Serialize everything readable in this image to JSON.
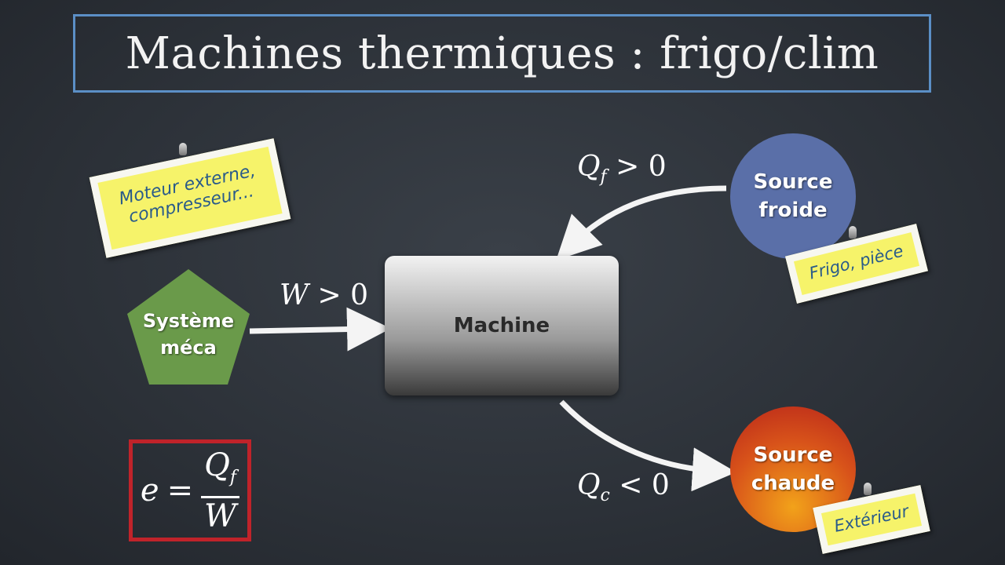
{
  "title": "Machines thermiques : frigo/clim",
  "notes": {
    "motor": "Moteur externe, compresseur...",
    "cold": "Frigo, pièce",
    "hot": "Extérieur"
  },
  "nodes": {
    "mech": [
      "Système",
      "méca"
    ],
    "machine": "Machine",
    "cold": [
      "Source",
      "froide"
    ],
    "hot": [
      "Source",
      "chaude"
    ]
  },
  "flows": {
    "qf": {
      "symbol": "Q",
      "sub": "f",
      "rel": "> 0"
    },
    "w": {
      "symbol": "W",
      "rel": "> 0"
    },
    "qc": {
      "symbol": "Q",
      "sub": "c",
      "rel": "< 0"
    }
  },
  "formula": {
    "lhs": "e",
    "eq": "=",
    "num_symbol": "Q",
    "num_sub": "f",
    "den": "W"
  },
  "colors": {
    "frame": "#5b8fc6",
    "note": "#f6f36a",
    "mech": "#6a9a4a",
    "cold": "#5a6fa8",
    "hot": "#d8531a",
    "formula_border": "#c0232a"
  }
}
